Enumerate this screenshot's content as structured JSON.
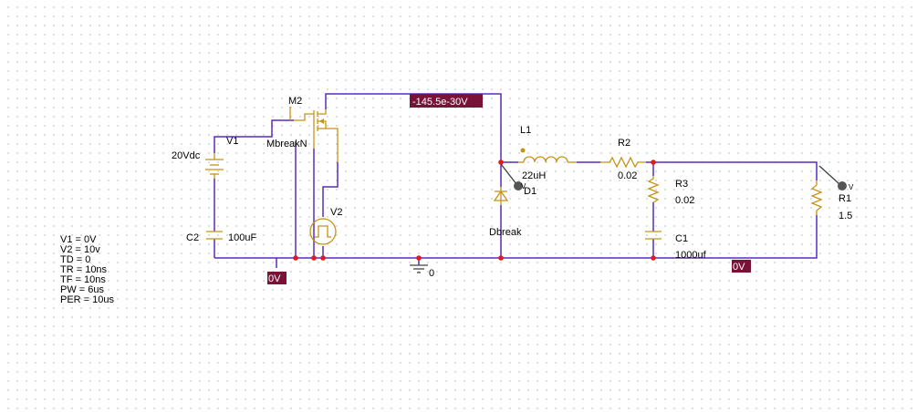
{
  "labels": {
    "mosfet_ref": "M2",
    "mosfet_model": "MbreakN",
    "v1_ref": "V1",
    "v1_value": "20Vdc",
    "c2_ref": "C2",
    "c2_value": "100uF",
    "v2_ref": "V2",
    "l1_ref": "L1",
    "l1_value": "22uH",
    "d1_ref": "D1",
    "d1_model": "Dbreak",
    "r2_ref": "R2",
    "r2_value": "0.02",
    "r3_ref": "R3",
    "r3_value": "0.02",
    "c1_ref": "C1",
    "c1_value": "1000uf",
    "r1_ref": "R1",
    "r1_value": "1.5",
    "ground": "0",
    "probe_mark": "V"
  },
  "voltage_labels": {
    "top_net": "-145.5e-30V",
    "left_bottom": "0V",
    "right_bottom": "0V"
  },
  "v2_params": [
    "V1 = 0V",
    "V2 = 10v",
    "TD = 0",
    "TR = 10ns",
    "TF = 10ns",
    "PW = 6us",
    "PER = 10us"
  ],
  "colors": {
    "wire": "#5a2bbf",
    "component": "#c59318",
    "junction": "#e01b1b",
    "voltage_marker": "#7a1238"
  }
}
